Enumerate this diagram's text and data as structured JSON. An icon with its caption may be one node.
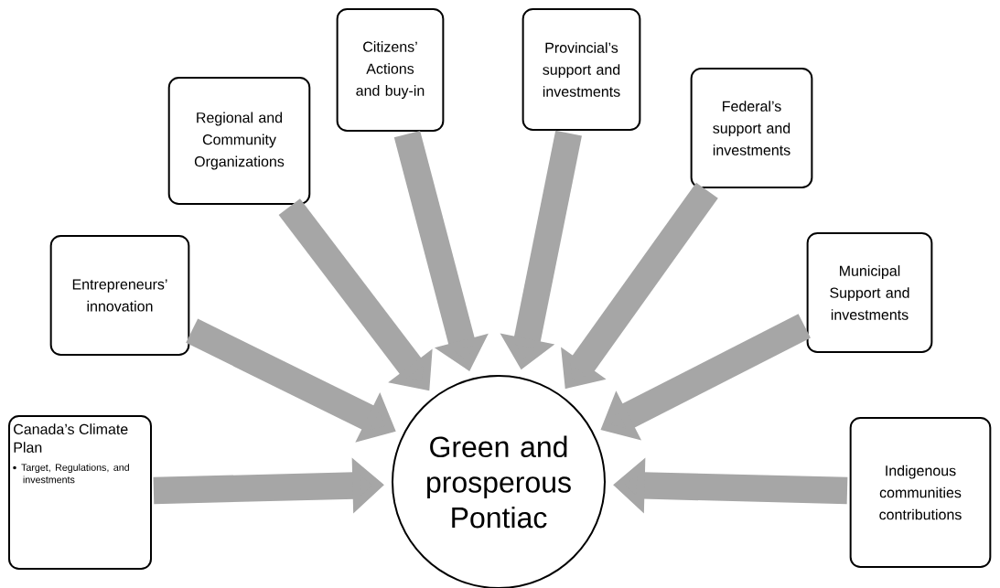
{
  "diagram": {
    "nodes": [
      {
        "text": [
          "Canada’s Climate Plan",
          "Target, Regulations, and investments"
        ]
      },
      {
        "text": [
          "Entrepreneurs’ innovation"
        ]
      },
      {
        "text": [
          "Regional and Community Organizations"
        ]
      },
      {
        "text": [
          "Citizens’ Actions and buy-in"
        ]
      },
      {
        "text": [
          "Provincial’s support and investments"
        ]
      },
      {
        "text": [
          "Federal’s support and investments"
        ]
      },
      {
        "text": [
          "Municipal Support and investments"
        ]
      },
      {
        "text": [
          "Indigenous communities contributions"
        ]
      },
      {
        "text": [
          "Green and prosperous Pontiac"
        ]
      }
    ],
    "edges": [
      {
        "from": 0,
        "to": 8,
        "arrow": "to"
      },
      {
        "from": 1,
        "to": 8,
        "arrow": "to"
      },
      {
        "from": 2,
        "to": 8,
        "arrow": "to"
      },
      {
        "from": 3,
        "to": 8,
        "arrow": "to"
      },
      {
        "from": 4,
        "to": 8,
        "arrow": "to"
      },
      {
        "from": 5,
        "to": 8,
        "arrow": "to"
      },
      {
        "from": 6,
        "to": 8,
        "arrow": "to"
      },
      {
        "from": 7,
        "to": 8,
        "arrow": "to"
      }
    ]
  }
}
